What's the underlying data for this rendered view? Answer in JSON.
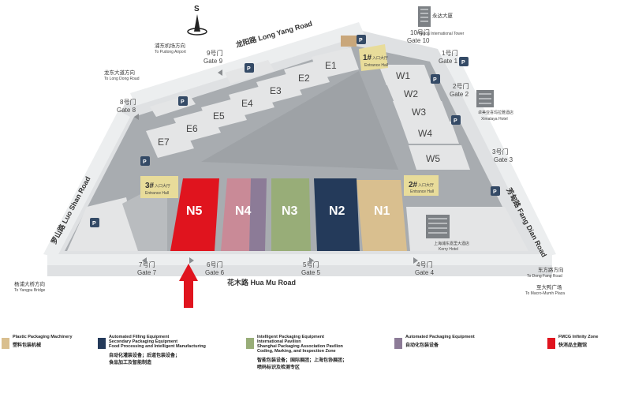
{
  "compass": {
    "label": "S"
  },
  "roads": {
    "long_yang": "龙阳路 Long Yang Road",
    "luo_shan": "罗山路 Luo Shan Road",
    "hua_mu": "花木路 Hua Mu Road",
    "fang_dian": "芳甸路 Fang Dian Road"
  },
  "directions": {
    "pudong_airport_cn": "浦东机场方向",
    "pudong_airport_en": "To Pudong Airport",
    "longdong_cn": "龙东大道方向",
    "longdong_en": "To Long Dong Road",
    "yangpu_cn": "杨浦大桥方向",
    "yangpu_en": "To Yangpu Bridge",
    "dongfang_cn": "东方路方向",
    "dongfang_en": "To Dong Fang Road",
    "macro_cn": "至大鸭广场",
    "macro_en": "To Macro-Mumh Plaza"
  },
  "gates": {
    "g1_cn": "1号门",
    "g1_en": "Gate 1",
    "g2_cn": "2号门",
    "g2_en": "Gate 2",
    "g3_cn": "3号门",
    "g3_en": "Gate 3",
    "g4_cn": "4号门",
    "g4_en": "Gate 4",
    "g5_cn": "5号门",
    "g5_en": "Gate 5",
    "g6_cn": "6号门",
    "g6_en": "Gate 6",
    "g7_cn": "7号门",
    "g7_en": "Gate 7",
    "g8_cn": "8号门",
    "g8_en": "Gate 8",
    "g9_cn": "9号门",
    "g9_en": "Gate 9",
    "g10_cn": "10号门",
    "g10_en": "Gate 10"
  },
  "halls": {
    "e1": "E1",
    "e2": "E2",
    "e3": "E3",
    "e4": "E4",
    "e5": "E5",
    "e6": "E6",
    "e7": "E7",
    "w1": "W1",
    "w2": "W2",
    "w3": "W3",
    "w4": "W4",
    "w5": "W5",
    "n1": "N1",
    "n2": "N2",
    "n3": "N3",
    "n4": "N4",
    "n5": "N5"
  },
  "entrances": {
    "e1_num": "1#",
    "e1_cn": "入口大厅",
    "e1_en": "Entrance Hall",
    "e2_num": "2#",
    "e2_cn": "入口大厅",
    "e2_en": "Entrance Hall",
    "e3_num": "3#",
    "e3_cn": "入口大厅",
    "e3_en": "Entrance Hall"
  },
  "parking": {
    "label": "P"
  },
  "landmarks": {
    "yongda_cn": "永达大厦",
    "yongda_en": "Yongda International Tower",
    "kerry_cn": "上海浦东嘉里大酒店",
    "kerry_en": "Kerry Hotel",
    "ximalaya_cn": "卓美亚喜玛拉雅酒店",
    "ximalaya_en": "Ximalaya Hotel"
  },
  "legend": {
    "items": [
      {
        "title1": "Plastic Packaging Machinery",
        "title2": "",
        "title3": "",
        "cn1": "塑料包装机械",
        "cn2": "",
        "color": "#d9bf8f"
      },
      {
        "title1": "Automated Filling Equipment",
        "title2": "Secondary Packaging Equipment",
        "title3": "Food Processing and Intelligent Manufacturing",
        "cn1": "自动化灌装设备；后道包装设备；",
        "cn2": "食品加工及智能制造",
        "color": "#243a5a"
      },
      {
        "title1": "Intelligent Packaging Equipment",
        "title2": "International Pavilion",
        "title3": "Shanghai Packaging Association Pavilion",
        "title4": "Coding, Marking, and Inspection Zone",
        "cn1": "智能包装设备；国际展团；上海包协展团；",
        "cn2": "喷码标识及检测专区",
        "color": "#98ad78"
      },
      {
        "title1": "Automated Packaging Equipment",
        "title2": "",
        "title3": "",
        "cn1": "自动化包装设备",
        "cn2": "",
        "color": "#8c7b97"
      },
      {
        "title1": "FMCG Infinity Zone",
        "title2": "",
        "title3": "",
        "cn1": "快消品主题馆",
        "cn2": "",
        "color": "#e0141e"
      }
    ]
  },
  "colors": {
    "ground": "#a8acb0",
    "road_band": "#dfe1e3",
    "hall_grey": "#e4e5e6",
    "n1": "#d9bf8f",
    "n2": "#243a5a",
    "n3": "#98ad78",
    "n4_pink": "#c98a97",
    "n4_purple": "#8c7b97",
    "n5": "#e0141e",
    "parking": "#344a66",
    "entrance": "#e8dc9a",
    "arrow": "#e0141e"
  }
}
